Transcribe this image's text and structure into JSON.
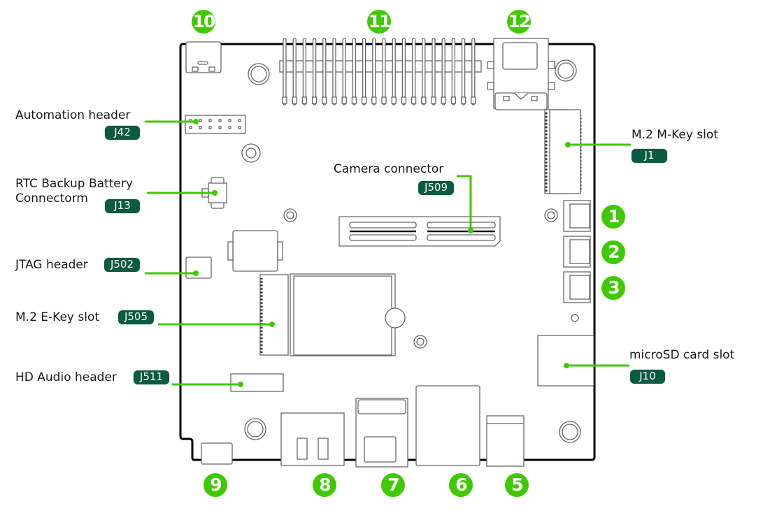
{
  "title": "Developer kit carrier board top view - connector locations",
  "colors": {
    "callout_green": "#3fc900",
    "badge_bg": "#0b5a41",
    "badge_text": "#ffffff",
    "outline": "#000000",
    "component_line": "#888888"
  },
  "callouts": [
    {
      "id": "automation",
      "label": "Automation header",
      "ref": "J42"
    },
    {
      "id": "rtc",
      "label_line1": "RTC Backup Battery",
      "label_line2": "Connectorm",
      "ref": "J13"
    },
    {
      "id": "jtag",
      "label": "JTAG header",
      "ref": "J502"
    },
    {
      "id": "m2e",
      "label": "M.2 E-Key slot",
      "ref": "J505"
    },
    {
      "id": "hdaudio",
      "label": "HD Audio header",
      "ref": "J511"
    },
    {
      "id": "camera",
      "label": "Camera connector",
      "ref": "J509"
    },
    {
      "id": "m2m",
      "label": "M.2 M-Key slot",
      "ref": "J1"
    },
    {
      "id": "microsd",
      "label": "microSD card slot",
      "ref": "J10"
    }
  ],
  "numbered_markers": [
    "1",
    "2",
    "3",
    "5",
    "6",
    "7",
    "8",
    "9",
    "10",
    "11",
    "12"
  ],
  "pin_header_40": {
    "pins_per_row_visible": 20
  }
}
